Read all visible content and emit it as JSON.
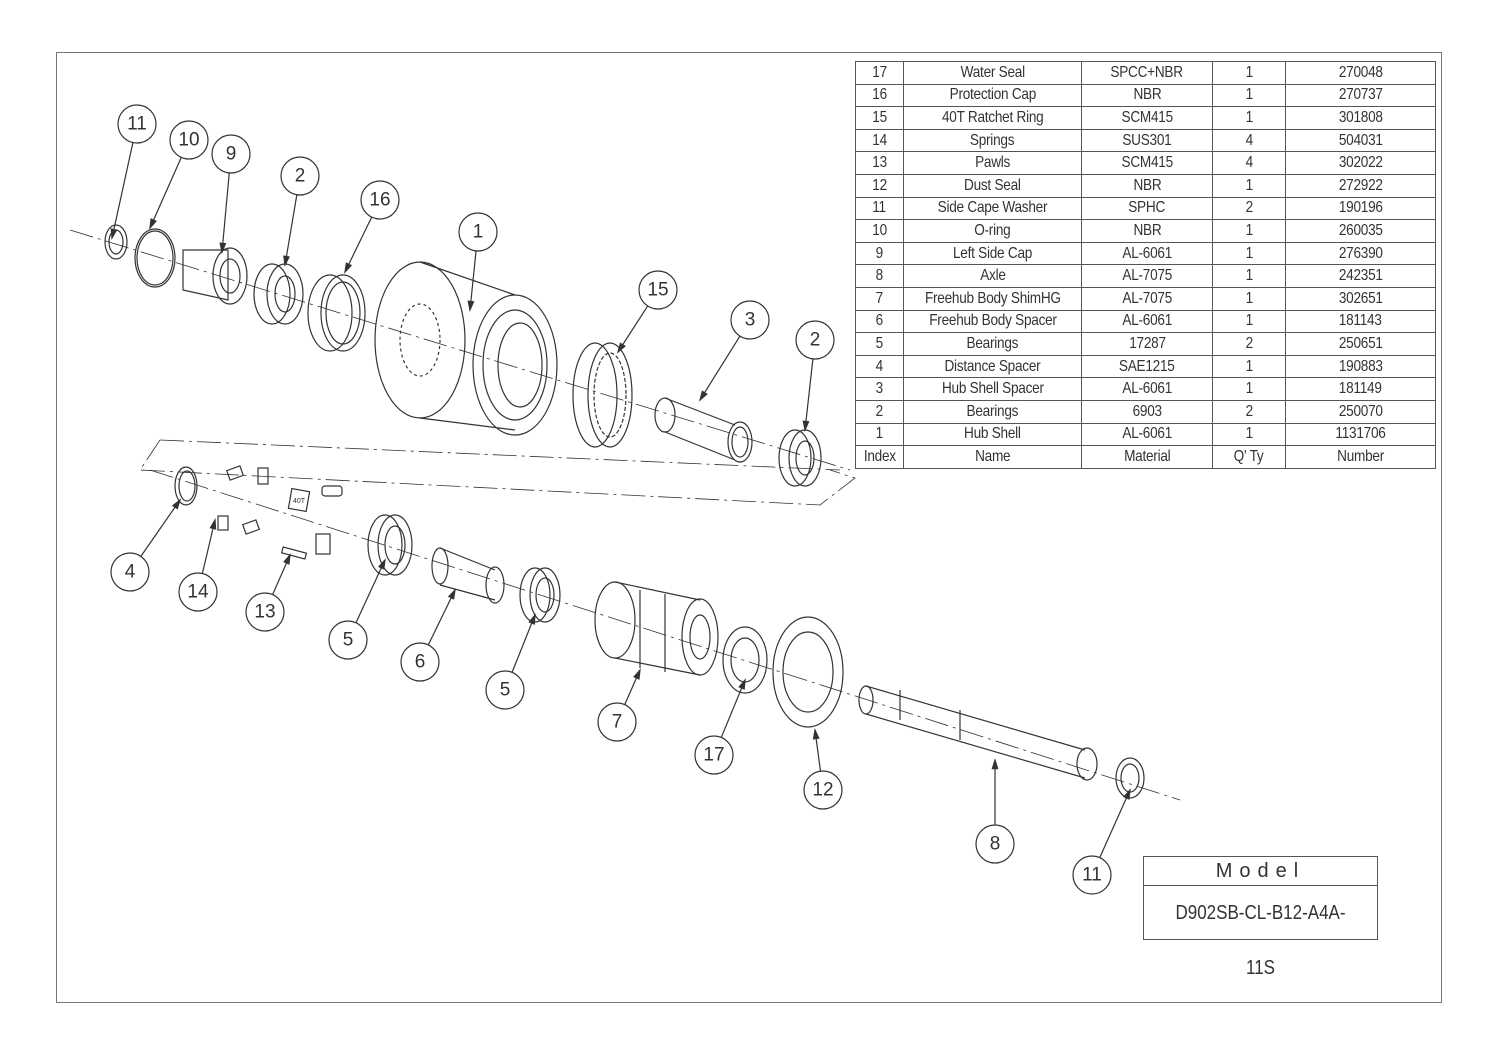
{
  "parts_table": {
    "headers": {
      "index": "Index",
      "name": "Name",
      "material": "Material",
      "qty": "Q' Ty",
      "number": "Number"
    },
    "rows": [
      {
        "index": "17",
        "name": "Water Seal",
        "material": "SPCC+NBR",
        "qty": "1",
        "number": "270048"
      },
      {
        "index": "16",
        "name": "Protection Cap",
        "material": "NBR",
        "qty": "1",
        "number": "270737"
      },
      {
        "index": "15",
        "name": "40T Ratchet Ring",
        "material": "SCM415",
        "qty": "1",
        "number": "301808"
      },
      {
        "index": "14",
        "name": "Springs",
        "material": "SUS301",
        "qty": "4",
        "number": "504031"
      },
      {
        "index": "13",
        "name": "Pawls",
        "material": "SCM415",
        "qty": "4",
        "number": "302022"
      },
      {
        "index": "12",
        "name": "Dust Seal",
        "material": "NBR",
        "qty": "1",
        "number": "272922"
      },
      {
        "index": "11",
        "name": "Side Cape Washer",
        "material": "SPHC",
        "qty": "2",
        "number": "190196"
      },
      {
        "index": "10",
        "name": "O-ring",
        "material": "NBR",
        "qty": "1",
        "number": "260035"
      },
      {
        "index": "9",
        "name": "Left Side Cap",
        "material": "AL-6061",
        "qty": "1",
        "number": "276390"
      },
      {
        "index": "8",
        "name": "Axle",
        "material": "AL-7075",
        "qty": "1",
        "number": "242351"
      },
      {
        "index": "7",
        "name": "Freehub Body ShimHG",
        "material": "AL-7075",
        "qty": "1",
        "number": "302651"
      },
      {
        "index": "6",
        "name": "Freehub Body Spacer",
        "material": "AL-6061",
        "qty": "1",
        "number": "181143"
      },
      {
        "index": "5",
        "name": "Bearings",
        "material": "17287",
        "qty": "2",
        "number": "250651"
      },
      {
        "index": "4",
        "name": "Distance Spacer",
        "material": "SAE1215",
        "qty": "1",
        "number": "190883"
      },
      {
        "index": "3",
        "name": "Hub Shell Spacer",
        "material": "AL-6061",
        "qty": "1",
        "number": "181149"
      },
      {
        "index": "2",
        "name": "Bearings",
        "material": "6903",
        "qty": "2",
        "number": "250070"
      },
      {
        "index": "1",
        "name": "Hub Shell",
        "material": "AL-6061",
        "qty": "1",
        "number": "1131706"
      }
    ]
  },
  "model": {
    "title": "Model",
    "value": "D902SB-CL-B12-A4A-11S"
  },
  "callouts": [
    "11",
    "10",
    "9",
    "2",
    "16",
    "1",
    "15",
    "3",
    "2",
    "4",
    "14",
    "13",
    "5",
    "6",
    "5",
    "7",
    "17",
    "12",
    "8",
    "11"
  ],
  "pawl_mark": "40T",
  "colors": {
    "line": "#333333",
    "frame": "#777777"
  }
}
